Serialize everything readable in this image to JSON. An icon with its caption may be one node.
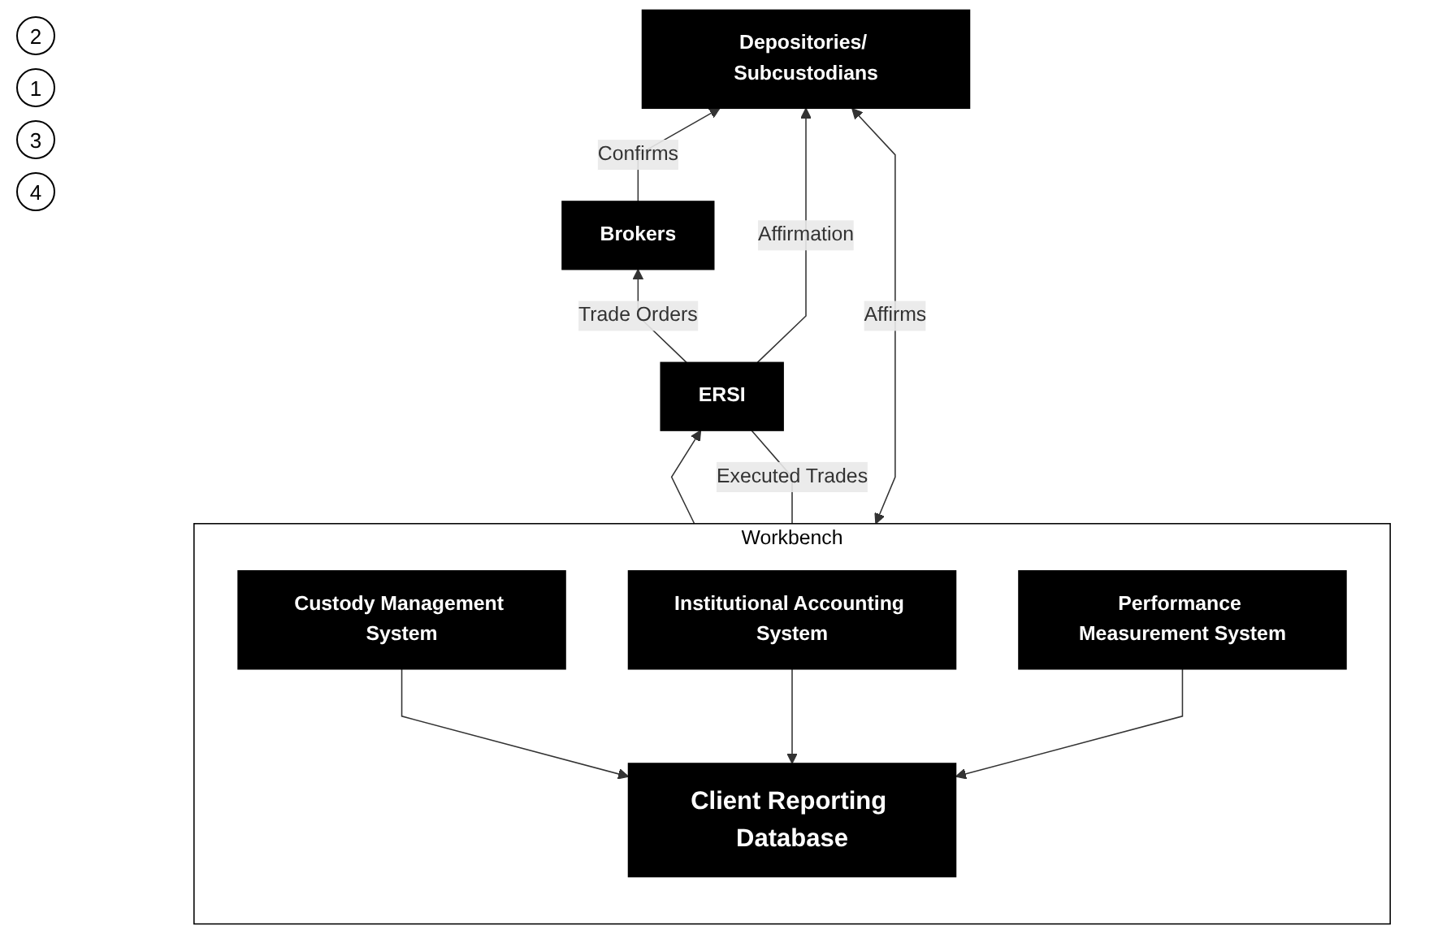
{
  "diagram": {
    "nodes": [
      {
        "text": [
          "Brokers"
        ]
      },
      {
        "text": [
          "Depositories/ Subcustodians"
        ]
      },
      {
        "text": [
          "ERSI"
        ]
      },
      {
        "text": [
          "Workbench"
        ]
      },
      {
        "text": [
          "Custody Management System"
        ],
        "in": 3
      },
      {
        "text": [
          "Institutional Accounting System"
        ],
        "in": 3
      },
      {
        "text": [
          "Performance Measurement System"
        ],
        "in": 3
      },
      {
        "text": [
          "Client Reporting Database"
        ],
        "in": 3
      }
    ],
    "edges": [
      {
        "from": 0,
        "to": 1,
        "arrow": "to",
        "label": "Confirms"
      },
      {
        "from": 2,
        "to": 0,
        "arrow": "to",
        "label": "Trade Orders"
      },
      {
        "from": 2,
        "to": 1,
        "arrow": "to",
        "label": "Affirmation"
      },
      {
        "from": 1,
        "to": 3,
        "arrow": "both",
        "label": "Affirms"
      },
      {
        "from": 2,
        "to": 3,
        "arrow": "none",
        "label": "Executed Trades"
      },
      {
        "from": 3,
        "to": 2,
        "arrow": "to"
      },
      {
        "from": 4,
        "to": 7,
        "arrow": "to"
      },
      {
        "from": 5,
        "to": 7,
        "arrow": "to"
      },
      {
        "from": 6,
        "to": 7,
        "arrow": "to"
      }
    ],
    "labels": [
      "2",
      "1",
      "3",
      "4"
    ]
  }
}
